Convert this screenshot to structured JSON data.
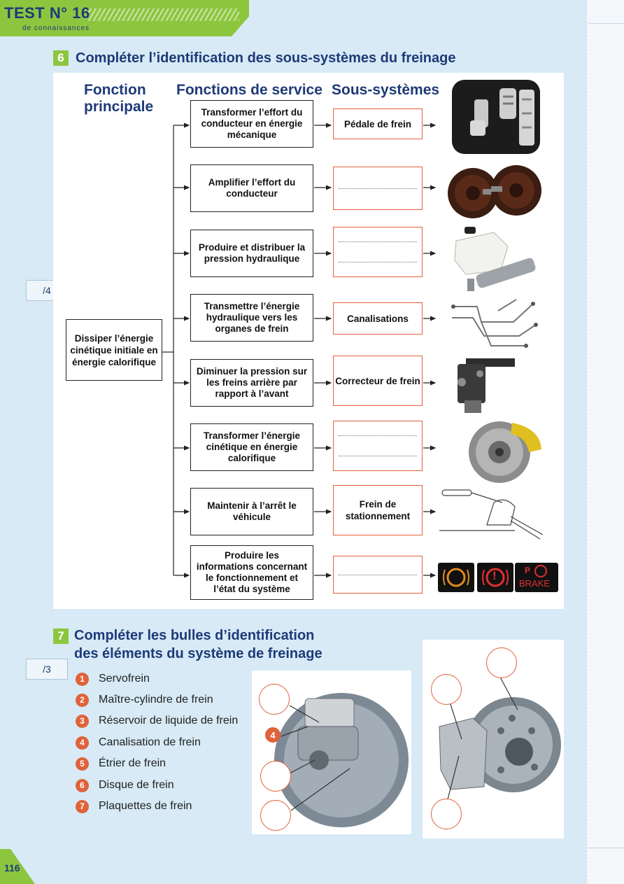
{
  "header": {
    "test_label": "TEST  N° 16",
    "subtitle": "de connaissances"
  },
  "section6": {
    "number": "6",
    "title": "Compléter l’identification des sous-systèmes du freinage",
    "score": "/4",
    "col_main": "Fonction principale",
    "col_service": "Fonctions de service",
    "col_subsystems": "Sous-systèmes",
    "main_function": "Dissiper l’énergie cinétique initiale en énergie calorifique",
    "rows": [
      {
        "service": "Transformer l’effort du conducteur en énergie mécanique",
        "subsystem": "Pédale de frein",
        "image": "pedals-image"
      },
      {
        "service": "Amplifier l’effort du conducteur",
        "subsystem": "",
        "image": "brake-booster-image"
      },
      {
        "service": "Produire et distribuer la pression hydraulique",
        "subsystem": "",
        "image": "master-cylinder-image"
      },
      {
        "service": "Transmettre l’énergie hydraulique vers les organes de frein",
        "subsystem": "Canalisations",
        "image": "brake-lines-image"
      },
      {
        "service": "Diminuer la pression sur les freins arrière par rapport à l’avant",
        "subsystem": "Correcteur de frein",
        "image": "brake-regulator-image"
      },
      {
        "service": "Transformer l’énergie cinétique en énergie calorifique",
        "subsystem": "",
        "image": "disc-caliper-image"
      },
      {
        "service": "Maintenir à l’arrêt le véhicule",
        "subsystem": "Frein de stationnement",
        "image": "parking-brake-image"
      },
      {
        "service": "Produire les informations concernant le fonctionnement et l’état du système",
        "subsystem": "",
        "image": "warning-lights-image"
      }
    ],
    "warning_lights": {
      "brake_text": "BRAKE",
      "exclam": "!",
      "p_symbol": "P"
    }
  },
  "section7": {
    "number": "7",
    "title_line1": "Compléter les bulles d’identification",
    "title_line2": "des éléments du système de freinage",
    "score": "/3",
    "legend": [
      {
        "num": "1",
        "label": "Servofrein"
      },
      {
        "num": "2",
        "label": "Maître-cylindre de frein"
      },
      {
        "num": "3",
        "label": "Réservoir de liquide de frein"
      },
      {
        "num": "4",
        "label": "Canalisation de frein"
      },
      {
        "num": "5",
        "label": "Étrier de frein"
      },
      {
        "num": "6",
        "label": "Disque de frein"
      },
      {
        "num": "7",
        "label": "Plaquettes de frein"
      }
    ],
    "filled_bubble": "4"
  },
  "page_number": "116",
  "colors": {
    "green": "#8cc63f",
    "navy": "#1e3a78",
    "orange": "#e0623a",
    "panel_blue": "#d7eaf5"
  }
}
